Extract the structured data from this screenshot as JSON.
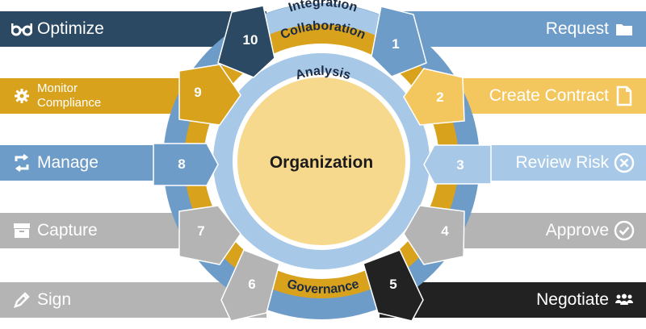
{
  "colors": {
    "navy": "#2c4963",
    "blue": "#6e9cc8",
    "lightblue": "#a7c8e6",
    "gold": "#d9a21c",
    "yellow": "#f3c75e",
    "gray": "#b4b4b4",
    "black": "#222222",
    "center": "#f7d98e"
  },
  "center": {
    "label": "Organization"
  },
  "rings": {
    "outer_top": "Integration",
    "middle_top": "Collaboration",
    "inner_top": "Analysis",
    "middle_bottom": "Governance"
  },
  "steps": [
    {
      "num": "1",
      "label": "Request",
      "icon": "folder-icon"
    },
    {
      "num": "2",
      "label": "Create Contract",
      "icon": "document-icon"
    },
    {
      "num": "3",
      "label": "Review Risk",
      "icon": "circle-x-icon"
    },
    {
      "num": "4",
      "label": "Approve",
      "icon": "circle-check-icon"
    },
    {
      "num": "5",
      "label": "Negotiate",
      "icon": "people-icon"
    },
    {
      "num": "6",
      "label": "Sign",
      "icon": "pencil-icon"
    },
    {
      "num": "7",
      "label": "Capture",
      "icon": "archive-box-icon"
    },
    {
      "num": "8",
      "label": "Manage",
      "icon": "refresh-square-icon"
    },
    {
      "num": "9",
      "label": "Monitor Compliance",
      "icon": "gear-icon"
    },
    {
      "num": "10",
      "label": "Optimize",
      "icon": "glasses-icon"
    }
  ]
}
